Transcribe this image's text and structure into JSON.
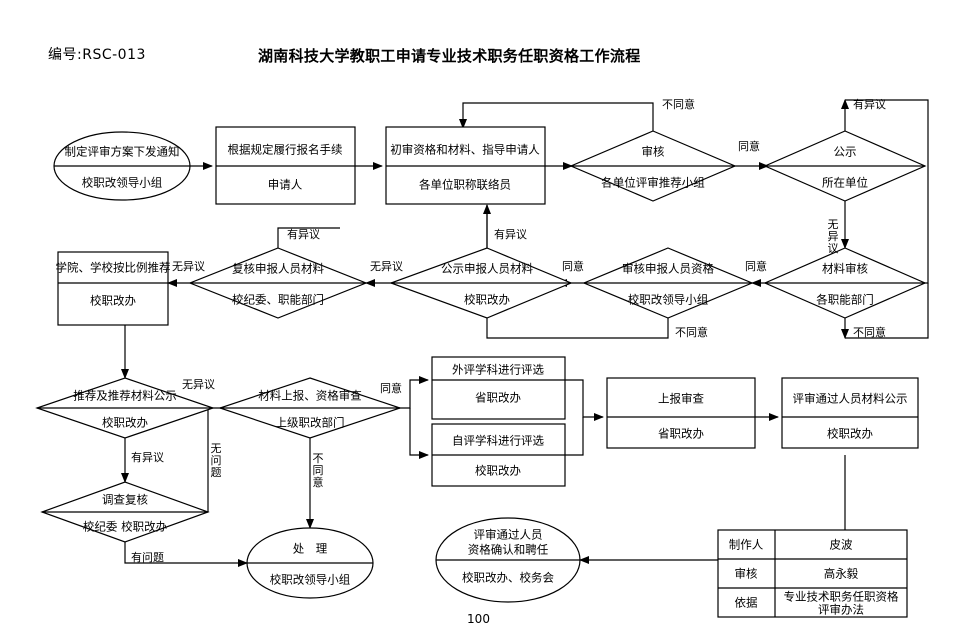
{
  "header": {
    "doc_number": "编号:RSC-013",
    "title": "湖南科技大学教职工申请专业技术职务任职资格工作流程",
    "page_number": "100"
  },
  "nodes": {
    "n1": {
      "shape": "ellipse",
      "top": "制定评审方案下发通知",
      "bottom": "校职改领导小组"
    },
    "n2": {
      "shape": "rect",
      "top": "根据规定履行报名手续",
      "bottom": "申请人"
    },
    "n3": {
      "shape": "rect",
      "top": "初审资格和材料、指导申请人",
      "bottom": "各单位职称联络员"
    },
    "n4": {
      "shape": "diamond",
      "top": "审核",
      "bottom": "各单位评审推荐小组"
    },
    "n5": {
      "shape": "diamond",
      "top": "公示",
      "bottom": "所在单位"
    },
    "n6": {
      "shape": "diamond",
      "top": "材料审核",
      "bottom": "各职能部门"
    },
    "n7": {
      "shape": "diamond",
      "top": "审核申报人员资格",
      "bottom": "校职改领导小组"
    },
    "n8": {
      "shape": "diamond",
      "top": "公示申报人员材料",
      "bottom": "校职改办"
    },
    "n9": {
      "shape": "diamond",
      "top": "复核申报人员材料",
      "bottom": "校纪委、职能部门"
    },
    "n10": {
      "shape": "rect",
      "top": "学院、学校按比例推荐",
      "bottom": "校职改办"
    },
    "n11": {
      "shape": "diamond",
      "top": "推荐及推荐材料公示",
      "bottom": "校职改办"
    },
    "n12": {
      "shape": "diamond",
      "top": "调查复核",
      "bottom": "校纪委 校职改办"
    },
    "n13": {
      "shape": "diamond",
      "top": "材料上报、资格审查",
      "bottom": "上级职改部门"
    },
    "n14": {
      "shape": "rect",
      "top": "外评学科进行评选",
      "bottom": "省职改办"
    },
    "n15": {
      "shape": "rect",
      "top": "自评学科进行评选",
      "bottom": "校职改办"
    },
    "n16": {
      "shape": "rect",
      "top": "上报审查",
      "bottom": "省职改办"
    },
    "n17": {
      "shape": "rect",
      "top": "评审通过人员材料公示",
      "bottom": "校职改办"
    },
    "n18": {
      "shape": "ellipse",
      "top": "处　理",
      "bottom": "校职改领导小组"
    },
    "n19": {
      "shape": "ellipse",
      "top": "评审通过人员",
      "top2": "资格确认和聘任",
      "bottom": "校职改办、校务会"
    }
  },
  "edge_labels": {
    "e1": "不同意",
    "e2": "同意",
    "e3": "有异议",
    "e4": "无异议",
    "e5": "不同意",
    "e6": "同意",
    "e7": "不同意",
    "e8": "有异议",
    "e9": "有异议",
    "e10": "无异议",
    "e11": "无异议",
    "e12": "同意",
    "e13": "无异议",
    "e14": "有异议",
    "e15": "无问题",
    "e16": "不同意",
    "e17": "同意",
    "e18": "有问题"
  },
  "info_table": {
    "rows": [
      {
        "label": "制作人",
        "value": "皮波"
      },
      {
        "label": "审核",
        "value": "高永毅"
      },
      {
        "label": "依据",
        "value": "专业技术职务任职资格",
        "value2": "评审办法"
      }
    ]
  }
}
